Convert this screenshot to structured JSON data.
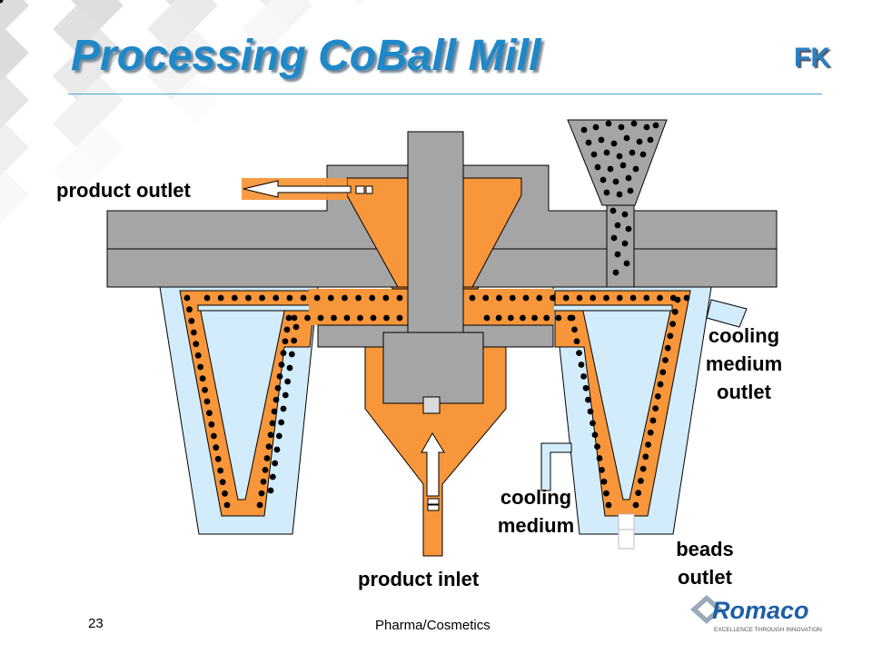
{
  "slide": {
    "title": "Processing CoBall Mill",
    "logo_initials": "FK",
    "page_number": "23",
    "footer_text": "Pharma/Cosmetics",
    "brand": "Romaco",
    "brand_tagline": "EXCELLENCE THROUGH INNOVATION"
  },
  "labels": {
    "product_outlet": "product outlet",
    "cooling_medium_outlet_line1": "cooling",
    "cooling_medium_outlet_line2": "medium",
    "cooling_medium_outlet_line3": "outlet",
    "cooling_medium_line1": "cooling",
    "cooling_medium_line2": "medium",
    "beads_outlet_line1": "beads",
    "beads_outlet_line2": "outlet",
    "product_inlet": "product inlet"
  },
  "colors": {
    "title": "#1e88c8",
    "product": "#f7963a",
    "coolant": "#d2ecfb",
    "steel": "#a5a5a5",
    "beads": "#000000"
  }
}
